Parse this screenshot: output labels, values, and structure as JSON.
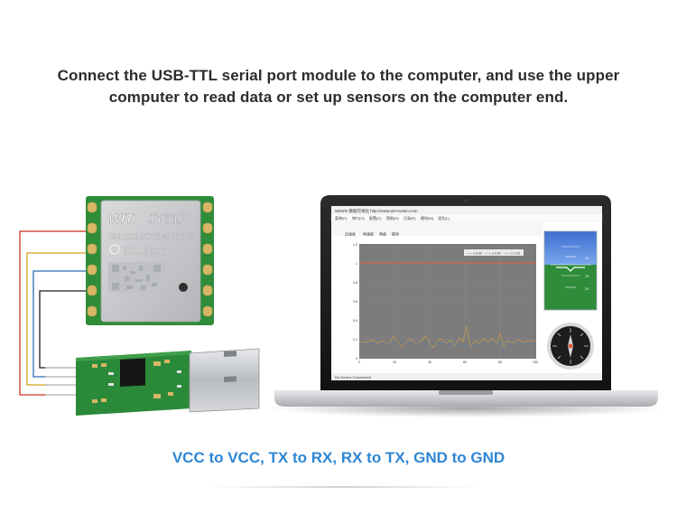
{
  "headline": {
    "line1": "Connect the USB-TTL serial port module to the computer, and use the upper",
    "line2": "computer to read data or set up sensors on the computer end."
  },
  "sensor_module": {
    "brand": "WIT",
    "model": "JY61P",
    "serial": "SN:2019010410105",
    "cert": "ISO9001",
    "pcb_color": "#2f8d3a",
    "shield_color": "#c9c9cb"
  },
  "usb_adapter": {
    "pcb_color": "#2a8a3a",
    "plug_color": "#c6c9cc"
  },
  "wires": {
    "colors": [
      "#c8321e",
      "#d4a21a",
      "#2b6fb5",
      "#1a1a1a"
    ]
  },
  "laptop_screen": {
    "window_title": "WitWin 数据可视化 http://www.wit-motion.com",
    "menu_items": [
      "菜单(F)",
      "串口(O)",
      "配置(C)",
      "帮助(H)",
      "记录(R)",
      "模块(M)",
      "语言(L)"
    ],
    "tabs": [
      "加速度",
      "角速度",
      "角度",
      "磁场"
    ],
    "legend": [
      "—— x:0.00",
      "—— y:0.00",
      "—— z:1.00"
    ],
    "y_ticks": [
      "1.2",
      "1",
      "0.8",
      "0.6",
      "0.4",
      "0.2",
      "0"
    ],
    "x_ticks": [
      "0",
      "20",
      "40",
      "60",
      "80",
      "100"
    ],
    "status": "No Device Connected!",
    "attitude_values": [
      "10",
      "10",
      "20"
    ]
  },
  "caption": "VCC to VCC, TX to RX, RX to TX, GND to GND",
  "colors": {
    "accent": "#2e86d4",
    "text": "#2c2c2c"
  }
}
